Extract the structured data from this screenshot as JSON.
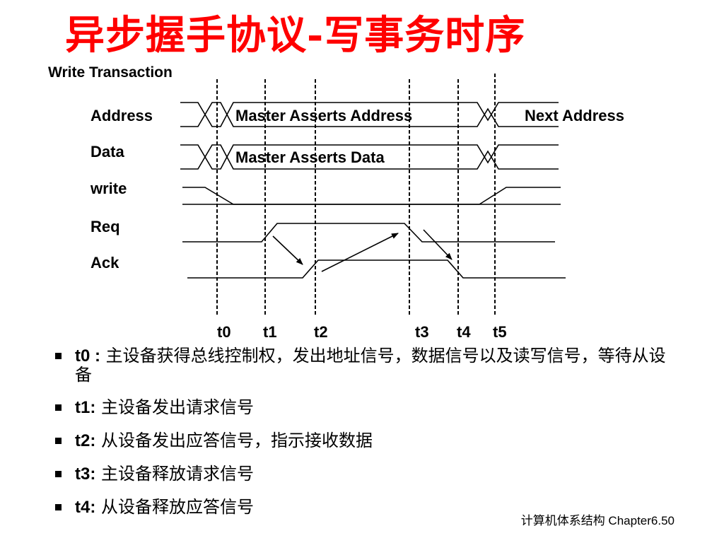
{
  "colors": {
    "title": "#ff0000",
    "line": "#000000",
    "bullet": "#000000"
  },
  "slide": {
    "title": "异步握手协议-写事务时序",
    "subtitle": "Write Transaction",
    "footer": "计算机体系结构 Chapter6.50"
  },
  "diagram": {
    "signals": [
      "Address",
      "Data",
      "write",
      "Req",
      "Ack"
    ],
    "annotations": {
      "master_address": "Master Asserts Address",
      "next_address": "Next Address",
      "master_data": "Master Asserts Data"
    },
    "times": [
      "t0",
      "t1",
      "t2",
      "t3",
      "t4",
      "t5"
    ]
  },
  "bullets": [
    {
      "label": "t0 :",
      "text": "主设备获得总线控制权，发出地址信号，数据信号以及读写信号，等待从设备"
    },
    {
      "label": "t1:",
      "text": "主设备发出请求信号"
    },
    {
      "label": "t2:",
      "text": "从设备发出应答信号，指示接收数据"
    },
    {
      "label": "t3:",
      "text": "主设备释放请求信号"
    },
    {
      "label": "t4:",
      "text": "从设备释放应答信号"
    }
  ]
}
